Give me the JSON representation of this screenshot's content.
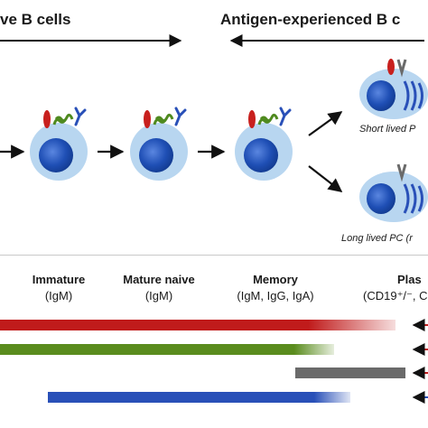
{
  "header": {
    "naive_label": "ve B cells",
    "experienced_label": "Antigen-experienced  B c"
  },
  "stages": [
    {
      "name": "Immature",
      "sub": "(IgM)"
    },
    {
      "name": "Mature naive",
      "sub": "(IgM)"
    },
    {
      "name": "Memory",
      "sub": "(IgM, IgG, IgA)"
    },
    {
      "name": "Plas",
      "sub": "(CD19⁺/⁻, C"
    }
  ],
  "plasma_cells": {
    "short_lived": "Short lived P",
    "long_lived": "Long lived PC (r"
  },
  "colors": {
    "red_bar": "#c01b1b",
    "green_bar": "#5a8c1e",
    "gray_bar": "#6a6a6a",
    "blue_bar": "#2950b8",
    "cell": "#b8d6f0",
    "nucleus": "#1f4fb5"
  },
  "icons": [
    "arrow-right-icon",
    "double-arrow-icon",
    "receptor-icon",
    "y-antibody-icon"
  ]
}
